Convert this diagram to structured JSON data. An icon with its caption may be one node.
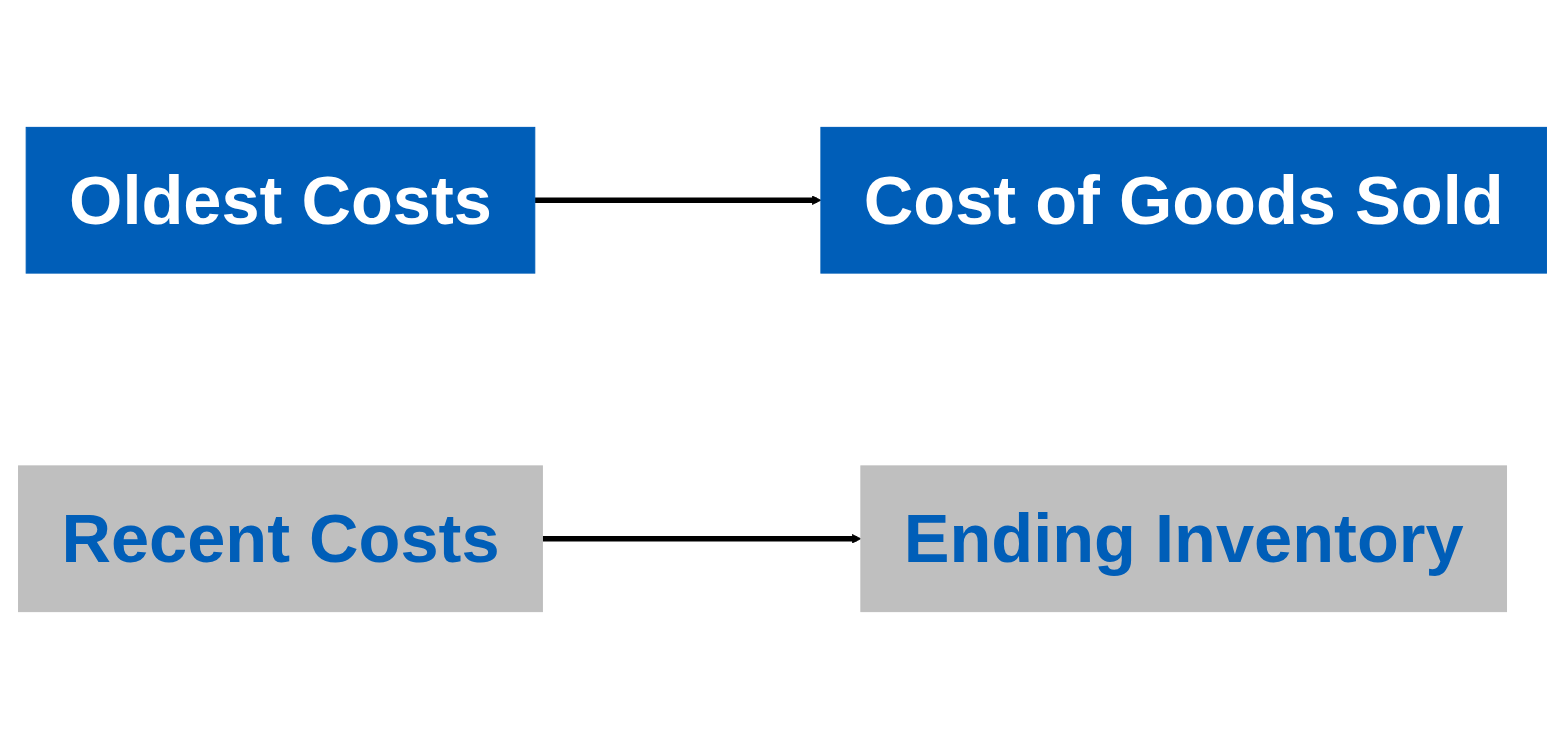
{
  "diagram": {
    "nodes": [
      {
        "text": [
          "Oldest Costs"
        ]
      },
      {
        "text": [
          "Cost of Goods Sold"
        ]
      },
      {
        "text": [
          "Recent Costs"
        ]
      },
      {
        "text": [
          "Ending Inventory"
        ]
      }
    ],
    "edges": [
      {
        "from": 0,
        "to": 1,
        "arrow": "to"
      },
      {
        "from": 2,
        "to": 3,
        "arrow": "to"
      }
    ]
  }
}
